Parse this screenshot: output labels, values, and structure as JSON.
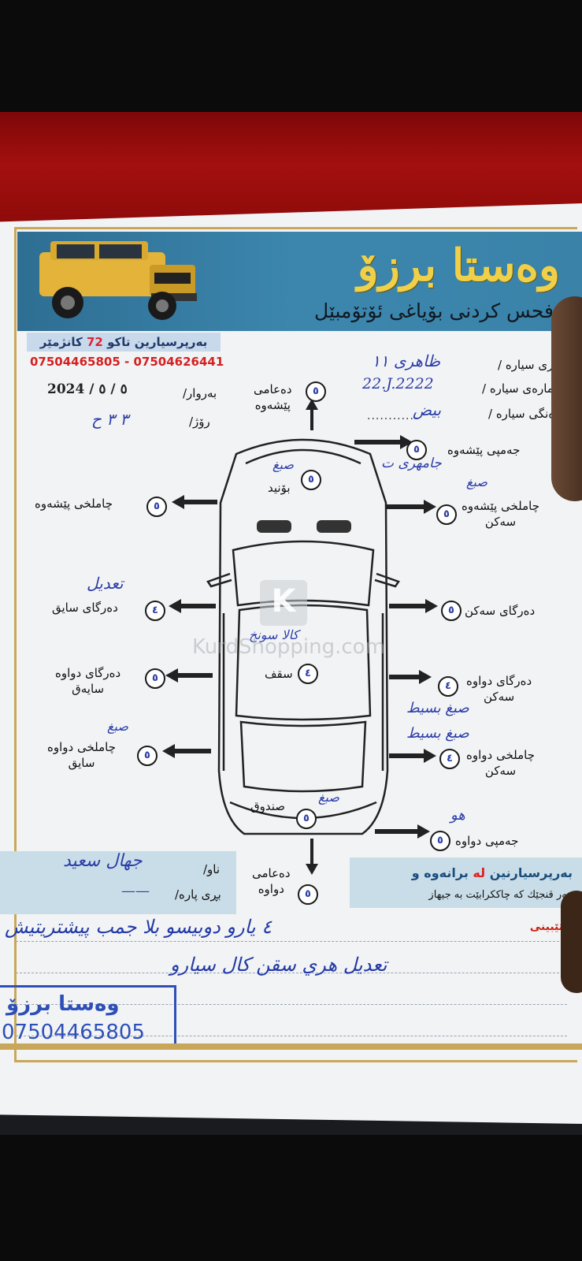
{
  "header": {
    "brand": "وەستا برزۆ",
    "subtitle": "ۆ فحس كردنى بۆياغى ئۆتۆمبێل",
    "address_pre": "بەرپرسيارين تاكو ",
    "address_num": "72",
    "address_post": " كانژمێر",
    "phones": "07504465805 - 07504626441"
  },
  "form": {
    "date_label": "بەروار/",
    "date_value": "2024 /  ٥ / ٥",
    "day_label": "رۆژ/",
    "day_value": "٣ ٣ ح",
    "car_type_label": "جۆرى سيارە /",
    "car_type_value": "ظاهرى ١١",
    "car_number_label": "ژمارەى سيارە /",
    "car_number_value": "22.J.2222",
    "car_color_label": "رەنگى سيارە /",
    "car_color_value": "بيض",
    "dots": "............"
  },
  "parts": {
    "front_bumper_top": {
      "label": "دەعامى\nپێشەوە",
      "score": "٥"
    },
    "bonnet": {
      "label": "بۆنيد",
      "score": "٥",
      "note": "صبغ"
    },
    "front_bumper_right": {
      "label": "جەمپى پێشەوە",
      "score": "٥",
      "note": "جامهری ت"
    },
    "front_fender_left": {
      "label": "چاملخى پێشەوە",
      "score": "٥"
    },
    "front_fender_right": {
      "label": "چاملخى پێشەوە\nسەكن",
      "score": "٥",
      "note": "صبغ"
    },
    "driver_door": {
      "label": "دەرگاى سايق",
      "score": "٤",
      "note": "تعديل"
    },
    "passenger_door": {
      "label": "دەرگاى سەكن",
      "score": "٥"
    },
    "roof": {
      "label": "سقف",
      "score": "٤",
      "note": "كالا سونخ"
    },
    "rear_door_left": {
      "label": "دەرگاى دواوە\nسايەق",
      "score": "٥"
    },
    "rear_door_right": {
      "label": "دەرگاى دواوە\nسەكن",
      "score": "٤",
      "note": "صبغ بسيط"
    },
    "rear_fender_left": {
      "label": "چاملخى دواوە\nسايق",
      "score": "٥",
      "note": "صبغ"
    },
    "rear_fender_right": {
      "label": "چاملخى دواوە\nسەكن",
      "score": "٤",
      "note": "صبغ بسيط"
    },
    "trunk": {
      "label": "صندوق",
      "score": "٥",
      "note": "صبغ"
    },
    "rear_bumper_right": {
      "label": "جەمپى دواوە",
      "score": "٥",
      "note": "هو"
    },
    "rear_bumper_bottom": {
      "label": "دەعامى\nدواوە",
      "score": "٥"
    }
  },
  "footer_left": {
    "name_label": "ناو/",
    "name_value": "جهال سعيد",
    "price_label": "بڕى پارە/",
    "price_value": "——"
  },
  "footer_right": {
    "title_main": "بەرپرسيارنين ",
    "title_red": "لە",
    "title_end": " برانەوە و",
    "subtitle": "هەر قنجێك كە چاككرابێت بە جيهاز"
  },
  "notes": {
    "title": "تێبينى",
    "line1": "٤ يارو دوبيسو بلا جمب پيشتريتيش",
    "line2": "تعديل هري سقن كال سيارو"
  },
  "stamp": {
    "name": "وەستا برزۆ",
    "phone": "07504465805"
  },
  "watermark": {
    "letter": "K",
    "text": "KurdShopping.com"
  }
}
